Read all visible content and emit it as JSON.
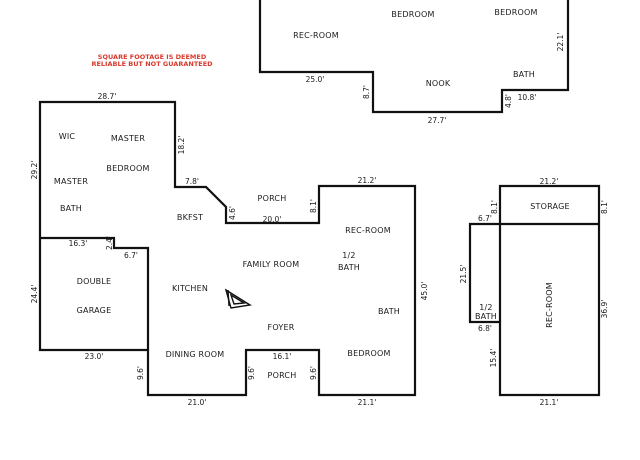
{
  "notice": {
    "line1": "SQUARE FOOTAGE IS DEEMED",
    "line2": "RELIABLE BUT NOT GUARANTEED",
    "color": "#d83a2e"
  },
  "upper": {
    "rooms": {
      "rec_room": "REC-ROOM",
      "bedroom_1": "BEDROOM",
      "bedroom_2": "BEDROOM",
      "nook": "NOOK",
      "bath": "BATH"
    },
    "dims": {
      "bottom_left": "25.0'",
      "nook_left": "8.7'",
      "bottom_mid": "27.7'",
      "bath_left": "4.8'",
      "bath_bottom": "10.8'",
      "right": "22.1'"
    }
  },
  "main": {
    "rooms": {
      "wic": "WIC",
      "master": "MASTER",
      "bedroom": "BEDROOM",
      "master_left": "MASTER",
      "bath_left": "BATH",
      "porch_top": "PORCH",
      "bkfst": "BKFST",
      "rec_room": "REC-ROOM",
      "family_room": "FAMILY ROOM",
      "half_bath_num": "1/2",
      "half_bath_label": "BATH",
      "double": "DOUBLE",
      "garage": "GARAGE",
      "kitchen": "KITCHEN",
      "bath_right": "BATH",
      "foyer": "FOYER",
      "dining_room": "DINING ROOM",
      "bedroom_bottom": "BEDROOM",
      "porch_bottom": "PORCH"
    },
    "dims": {
      "top_left": "28.7'",
      "master_right": "18.2'",
      "left_top": "29.2'",
      "jog": "7.8'",
      "porch_left": "4.6'",
      "porch_bottom": "20.0'",
      "porch_right": "8.1'",
      "rec_top": "21.2'",
      "garage_top": "16.3'",
      "garage_notch_v": "2.4'",
      "garage_notch_h": "6.7'",
      "garage_left": "24.4'",
      "right": "45.0'",
      "garage_bottom": "23.0'",
      "dining_left": "9.6'",
      "dining_bottom": "21.0'",
      "porch_b_left": "9.6'",
      "porch_b_top": "16.1'",
      "porch_b_right": "9.6'",
      "bottom_right": "21.1'"
    }
  },
  "annex": {
    "rooms": {
      "storage": "STORAGE",
      "half_bath_num": "1/2",
      "half_bath_label": "BATH",
      "rec_room": "REC-ROOM"
    },
    "dims": {
      "top": "21.2'",
      "storage_left": "8.1'",
      "storage_right": "8.1'",
      "notch": "6.7'",
      "left_top": "21.5'",
      "right": "36.9'",
      "bath_bottom": "6.8'",
      "left_bottom": "15.4'",
      "bottom": "21.1'"
    }
  }
}
